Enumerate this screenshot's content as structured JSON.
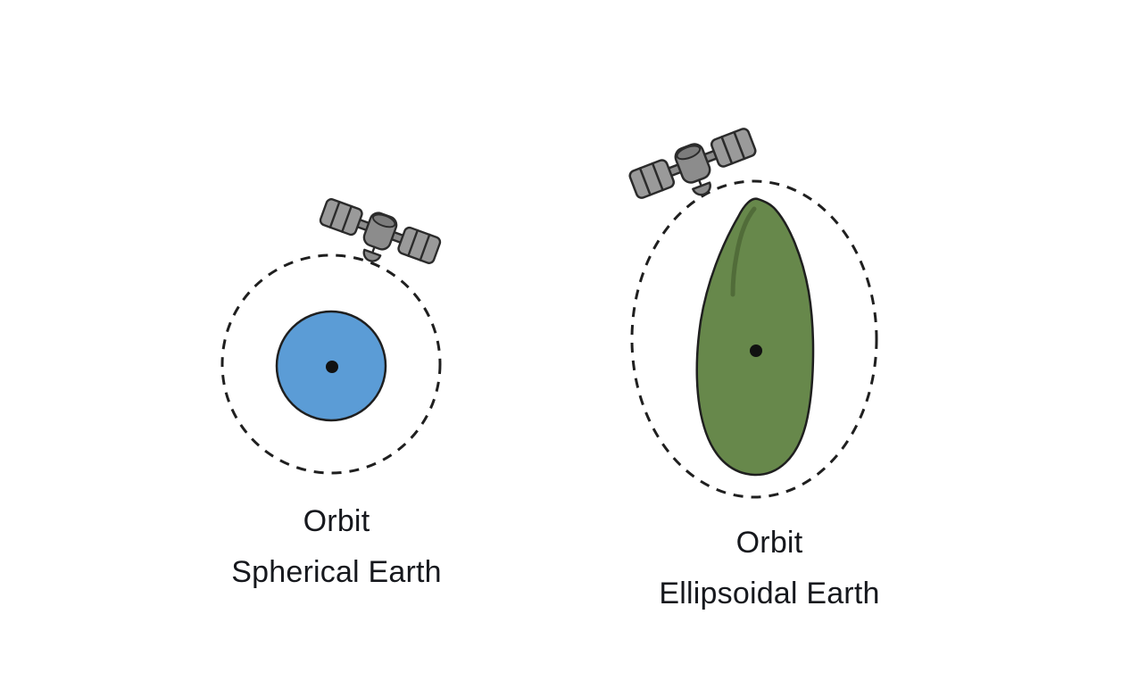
{
  "figure": {
    "background": "#ffffff"
  },
  "colors": {
    "outline": "#1f1f1f",
    "orbit_dash": "#1f1f1f",
    "sphere_fill": "#5b9cd6",
    "ellipsoid_fill": "#67884b",
    "ellipsoid_crease": "#4d6736",
    "satellite_body": "#8c8c8c",
    "satellite_body_cap": "#7c7c7c",
    "satellite_panel": "#9a9a9a",
    "satellite_detail": "#2b2b2b",
    "dot": "#111111",
    "caption_text": "#16181d"
  },
  "icons": {
    "satellite": "satellite-icon",
    "center_dot": "center-dot"
  },
  "left_diagram": {
    "id": "spherical",
    "caption_line1": "Orbit",
    "caption_line2": "Spherical Earth"
  },
  "right_diagram": {
    "id": "ellipsoidal",
    "caption_line1": "Orbit",
    "caption_line2": "Ellipsoidal Earth"
  }
}
